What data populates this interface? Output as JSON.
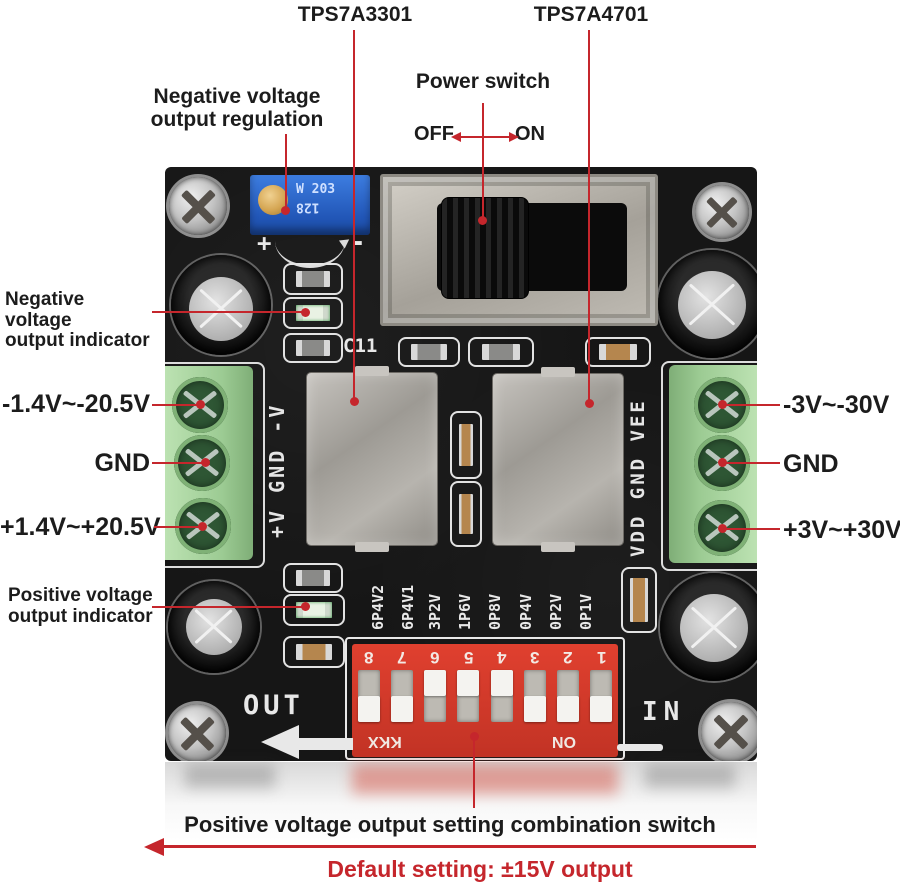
{
  "colors": {
    "callout_red": "#c5262c",
    "board_black": "#161616",
    "dip_red": "#d23a2b",
    "terminal_green": "#a5d69e",
    "trimmer_blue": "#2e63c8"
  },
  "annotations": {
    "chip_left": "TPS7A3301",
    "chip_right": "TPS7A4701",
    "power_switch_title": "Power switch",
    "power_off": "OFF",
    "power_on": "ON",
    "neg_reg_line1": "Negative voltage",
    "neg_reg_line2": "output regulation",
    "neg_ind_line1": "Negative voltage",
    "neg_ind_line2": "output indicator",
    "pos_ind_line1": "Positive voltage",
    "pos_ind_line2": "output indicator",
    "left_terminal_labels": [
      "-1.4V~-20.5V",
      "GND",
      "+1.4V~+20.5V"
    ],
    "right_terminal_labels": [
      "-3V~-30V",
      "GND",
      "+3V~+30V"
    ],
    "bottom_caption": "Positive voltage output setting combination switch",
    "default_setting": "Default setting: ±15V output"
  },
  "board": {
    "silkscreen": {
      "c11": "C11",
      "left_rail": "+V GND -V",
      "right_rail": "VDD GND VEE",
      "out": "OUT",
      "in_label": "IN",
      "plus": "+",
      "minus": "-"
    },
    "trimmer": {
      "marking_line1": "W 203",
      "marking_line2": "128"
    },
    "dip_switch": {
      "position_numbers": [
        "8",
        "7",
        "6",
        "5",
        "4",
        "3",
        "2",
        "1"
      ],
      "column_labels": [
        "6P4V2",
        "6P4V1",
        "3P2V",
        "1P6V",
        "0P8V",
        "0P4V",
        "0P2V",
        "0P1V"
      ],
      "brand": "KKX",
      "on_label": "ON",
      "lever_positions": [
        "down",
        "down",
        "up",
        "up",
        "up",
        "down",
        "down",
        "down"
      ]
    }
  }
}
